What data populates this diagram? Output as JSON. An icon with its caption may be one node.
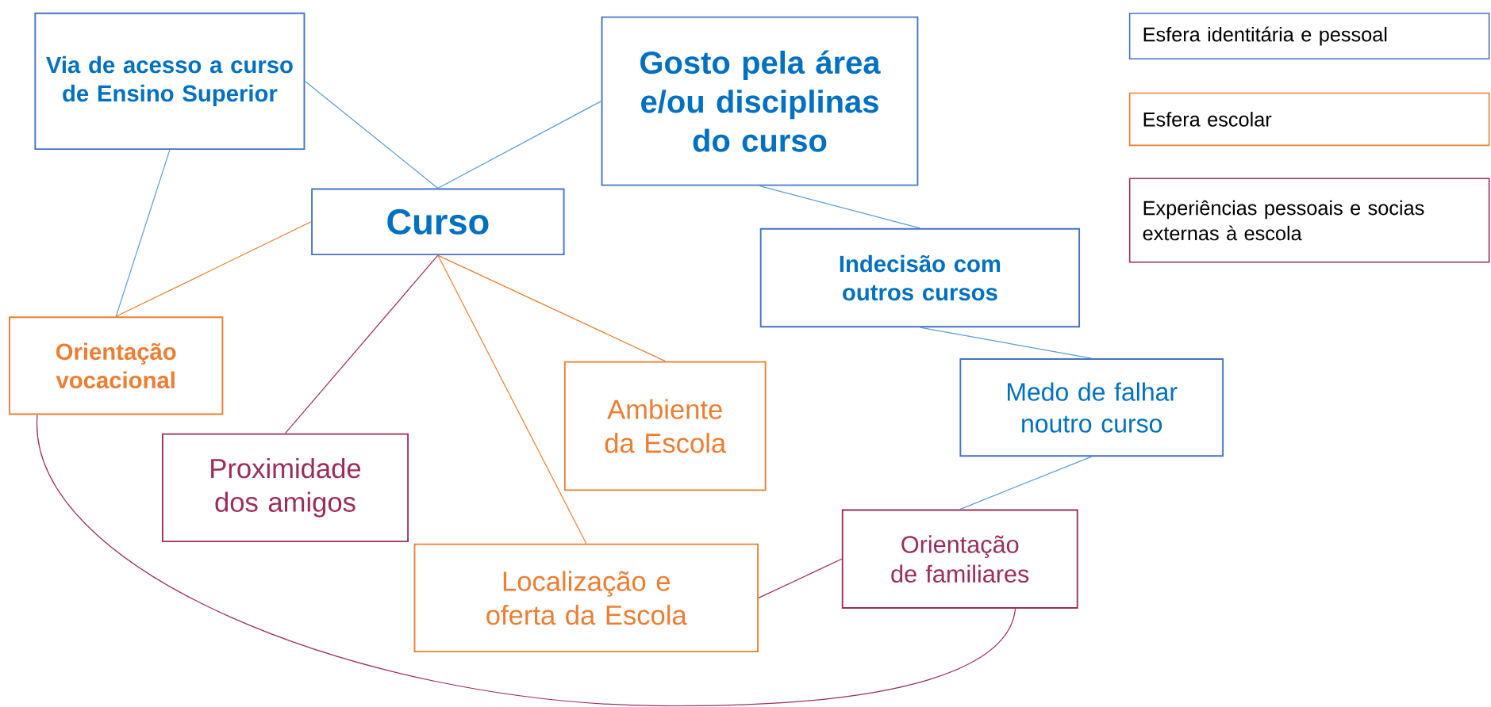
{
  "diagram": {
    "nodes": [
      {
        "text": [
          "Via de acesso a curso de Ensino Superior"
        ]
      },
      {
        "text": [
          "Gosto pela área e/ou disciplinas do curso"
        ]
      },
      {
        "text": [
          "Curso"
        ]
      },
      {
        "text": [
          "Indecisão com outros cursos"
        ]
      },
      {
        "text": [
          "Orientação vocacional"
        ]
      },
      {
        "text": [
          "Ambiente da Escola"
        ]
      },
      {
        "text": [
          "Medo de falhar noutro curso"
        ]
      },
      {
        "text": [
          "Proximidade dos amigos"
        ]
      },
      {
        "text": [
          "Orientação de familiares"
        ]
      },
      {
        "text": [
          "Localização e oferta da Escola"
        ]
      }
    ],
    "edges": [
      {
        "from": 0,
        "to": 2,
        "arrow": "none"
      },
      {
        "from": 1,
        "to": 2,
        "arrow": "none"
      },
      {
        "from": 0,
        "to": 4,
        "arrow": "none"
      },
      {
        "from": 2,
        "to": 4,
        "arrow": "none",
        "color": "#ed7d31"
      },
      {
        "from": 1,
        "to": 3,
        "arrow": "none"
      },
      {
        "from": 2,
        "to": 7,
        "arrow": "none",
        "color": "#9b2d5e"
      },
      {
        "from": 2,
        "to": 9,
        "arrow": "none",
        "color": "#ed7d31"
      },
      {
        "from": 2,
        "to": 5,
        "arrow": "none",
        "color": "#ed7d31"
      },
      {
        "from": 3,
        "to": 6,
        "arrow": "none"
      },
      {
        "from": 6,
        "to": 8,
        "arrow": "none"
      },
      {
        "from": 9,
        "to": 8,
        "arrow": "none",
        "color": "#9b2d5e"
      },
      {
        "from": 4,
        "to": 8,
        "arrow": "none",
        "color": "#9b2d5e"
      }
    ],
    "legend": [
      {
        "text": "Esfera identitária e pessoal",
        "color": "#4472c4"
      },
      {
        "text": "Esfera escolar",
        "color": "#ed7d31"
      },
      {
        "text": "Experiências pessoais e socias externas à escola",
        "color": "#9b2d5e"
      }
    ]
  }
}
